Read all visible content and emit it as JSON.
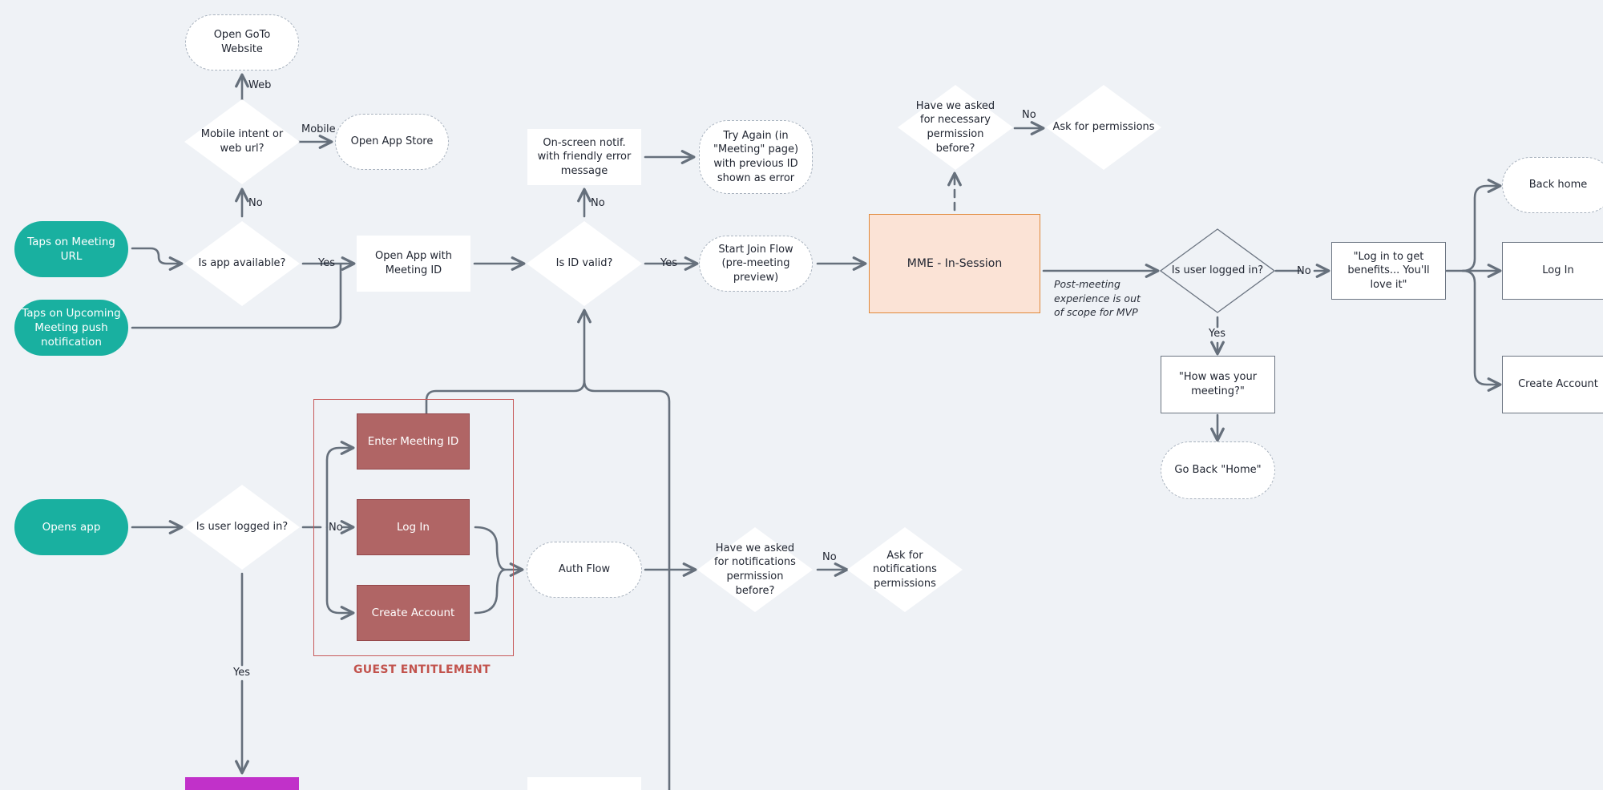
{
  "starts": {
    "taps_meeting_url": "Taps on Meeting URL",
    "taps_upcoming": "Taps on Upcoming Meeting push notification",
    "opens_app": "Opens app"
  },
  "decisions": {
    "is_app_available": "Is app available?",
    "mobile_intent": "Mobile intent or web url?",
    "is_id_valid": "Is ID valid?",
    "asked_permission": "Have we asked for necessary permission before?",
    "is_user_logged_in_top": "Is user logged in?",
    "is_user_logged_in_bottom": "Is user logged in?",
    "asked_notifications": "Have we asked for notifications permission before?",
    "ask_permissions": "Ask for permissions",
    "ask_notifications": "Ask for notifications permissions"
  },
  "processes": {
    "open_app_meeting_id": "Open App with Meeting ID",
    "onscreen_notif": "On-screen notif. with friendly error message",
    "mme_in_session": "MME - In-Session",
    "log_in_benefits": "\"Log in to get benefits... You'll love it\"",
    "how_was_meeting": "\"How was your meeting?\"",
    "log_in_right": "Log In",
    "create_account_right": "Create Account"
  },
  "terminals": {
    "open_goto_website": "Open GoTo Website",
    "open_app_store": "Open App Store",
    "try_again": "Try Again (in \"Meeting\" page) with previous ID shown as error",
    "start_join_flow": "Start Join Flow (pre-meeting preview)",
    "back_home": "Back home",
    "go_back_home": "Go Back \"Home\"",
    "auth_flow": "Auth Flow"
  },
  "guest": {
    "enter_meeting_id": "Enter Meeting ID",
    "log_in": "Log In",
    "create_account": "Create Account",
    "title": "GUEST ENTITLEMENT"
  },
  "labels": {
    "web": "Web",
    "mobile": "Mobile",
    "no_app": "No",
    "yes_app": "Yes",
    "no_id": "No",
    "yes_id": "Yes",
    "no_perm": "No",
    "no_login_top": "No",
    "yes_login_top": "Yes",
    "no_login_bottom": "No",
    "yes_login_bottom": "Yes",
    "no_notif": "No"
  },
  "notes": {
    "post_meeting": "Post-meeting experience is out of scope for MVP"
  },
  "colors": {
    "background": "#eff2f6",
    "start_teal": "#19b0a0",
    "guest_red": "#b06565",
    "mme_fill": "#fbe3d6",
    "mme_border": "#e0883a",
    "connector": "#66707c",
    "magenta": "#c131c9"
  }
}
